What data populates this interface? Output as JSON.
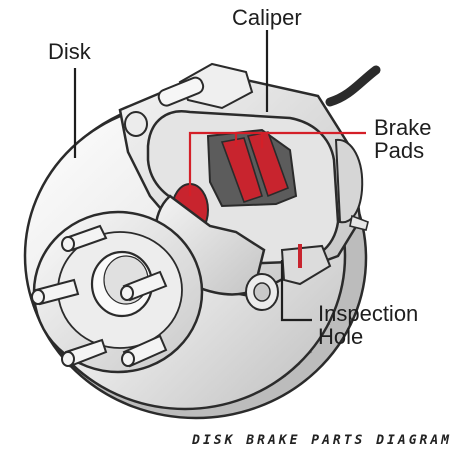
{
  "labels": {
    "disk": "Disk",
    "caliper": "Caliper",
    "brake_pads": "Brake\nPads",
    "inspection_hole": "Inspection\nHole"
  },
  "caption": "DISK BRAKE PARTS DIAGRAM",
  "colors": {
    "outline": "#2b2b2b",
    "metal_light": "#f2f2f2",
    "metal_mid": "#d9d9d9",
    "metal_dark": "#a9a9a9",
    "pad_red": "#c8242e",
    "leader_red": "#d41f28"
  }
}
